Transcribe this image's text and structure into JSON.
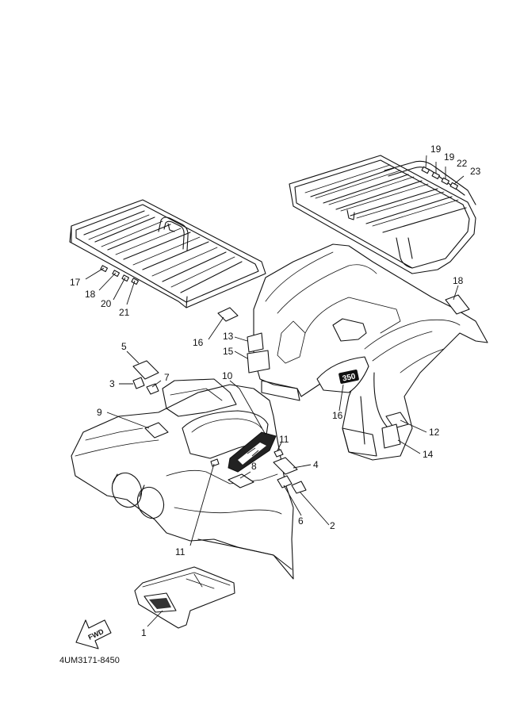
{
  "diagram_code": "4UM3171-8450",
  "fwd_label": "FWD",
  "badge_text": "350",
  "callouts": [
    "1",
    "2",
    "3",
    "4",
    "5",
    "6",
    "7",
    "8",
    "9",
    "10",
    "11",
    "11",
    "12",
    "13",
    "14",
    "15",
    "16",
    "16",
    "17",
    "18",
    "18",
    "19",
    "19",
    "20",
    "21",
    "22",
    "23"
  ]
}
